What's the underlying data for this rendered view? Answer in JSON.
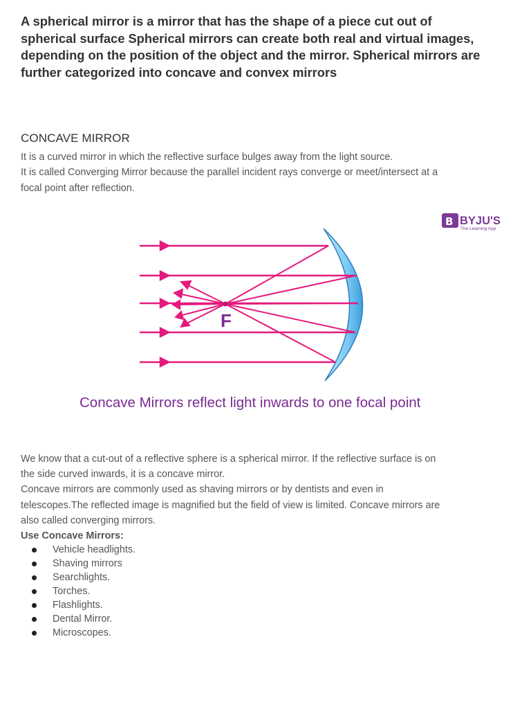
{
  "intro": {
    "line1": "A spherical mirror is a mirror that has the shape of a piece cut out of",
    "line2": "spherical surface Spherical mirrors can create both real and virtual images,",
    "line3": "depending on the position of the object and the mirror. Spherical mirrors are",
    "line4": "further categorized into concave and convex mirrors"
  },
  "section": {
    "heading": "CONCAVE MIRROR",
    "desc1": "It is a curved mirror in which the reflective surface bulges away from the light source.",
    "desc2": "It is called Converging Mirror because the parallel incident rays converge or meet/intersect at a",
    "desc3": "focal point after reflection."
  },
  "figure": {
    "logo_text": "BYJU'S",
    "logo_tagline": "The Learning App",
    "focal_label": "F",
    "caption": "Concave Mirrors reflect light inwards to one focal point",
    "colors": {
      "ray": "#e6197d",
      "mirror_fill": "#7ecbf2",
      "mirror_edge": "#2a7fc0",
      "caption": "#7a2a91",
      "label": "#7a2a91",
      "logo": "#7a3a96"
    }
  },
  "body": {
    "p1_line1": "We know that a cut-out of a reflective sphere is a spherical mirror. If the reflective surface is on",
    "p1_line2": "the side curved inwards, it is a concave mirror.",
    "p2_line1": "Concave mirrors are commonly used as shaving mirrors or by dentists and even in",
    "p2_line2": "telescopes.The reflected image is magnified but the field of view is limited. Concave mirrors are",
    "p2_line3": "also called converging mirrors.",
    "uses_title": "Use Concave Mirrors:",
    "uses": [
      "Vehicle headlights.",
      "Shaving mirrors",
      "Searchlights.",
      "Torches.",
      "Flashlights.",
      "Dental Mirror.",
      "Microscopes."
    ]
  }
}
